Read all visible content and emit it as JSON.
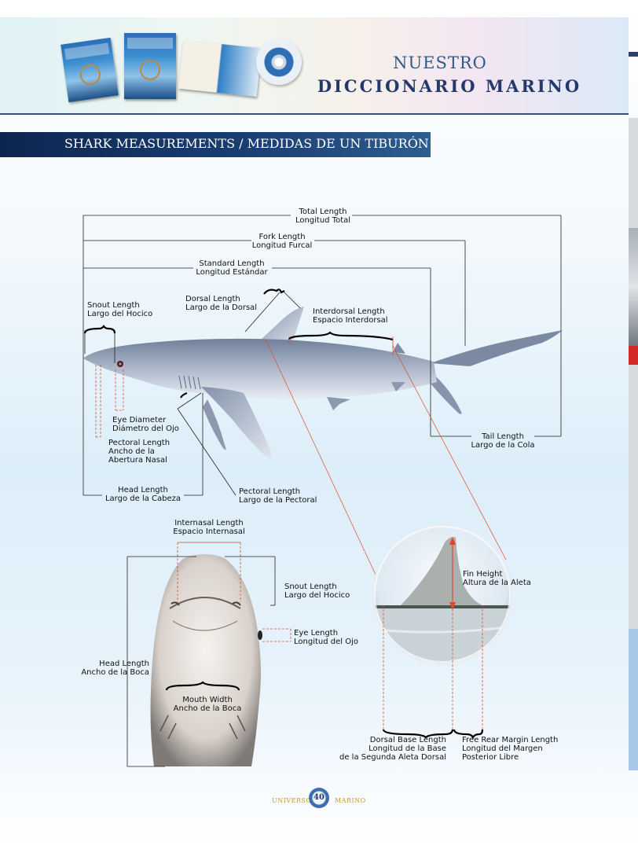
{
  "header": {
    "title_top": "NUESTRO",
    "title_bottom": "DICCIONARIO MARINO"
  },
  "section": {
    "title": "SHARK MEASUREMENTS  /  MEDIDAS DE UN TIBURÓN"
  },
  "side_view": {
    "total_length": "Total Length\nLongitud Total",
    "fork_length": "Fork Length\nLongitud Furcal",
    "standard_length": "Standard Length\nLongitud Estándar",
    "snout_length": "Snout Length\nLargo del Hocico",
    "dorsal_length": "Dorsal Length\nLargo de la Dorsal",
    "interdorsal_length": "Interdorsal Length\nEspacio Interdorsal",
    "eye_diameter": "Eye Diameter\nDiámetro del Ojo",
    "pectoral_nasal": "Pectoral Length\nAncho de la\nAbertura Nasal",
    "head_length": "Head Length\nLargo de la Cabeza",
    "pectoral_length": "Pectoral Length\nLargo de la Pectoral",
    "tail_length": "Tail Length\nLargo de la Cola"
  },
  "ventral_view": {
    "internasal_length": "Internasal Length\nEspacio Internasal",
    "snout_length": "Snout Length\nLargo del Hocico",
    "eye_length": "Eye Length\nLongitud del Ojo",
    "head_length": "Head Length\nAncho de la Boca",
    "mouth_width": "Mouth Width\nAncho de la Boca"
  },
  "fin_detail": {
    "fin_height": "Fin Height\nAltura de la Aleta",
    "dorsal_base": "Dorsal Base Length\nLongitud de la Base\nde la Segunda Aleta Dorsal",
    "free_rear": "Free Rear Margin Length\nLongitud del Margen\nPosterior Libre"
  },
  "footer": {
    "left": "UNIVERSO",
    "page": "40",
    "right": "MARINO"
  }
}
